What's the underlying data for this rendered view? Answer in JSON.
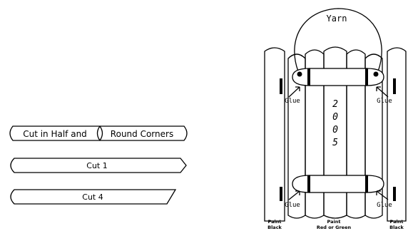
{
  "craft_pieces": {
    "pattern_a_left": "Cut in Half and",
    "pattern_a_right": "Round Corners",
    "pattern_b": "Cut 1",
    "pattern_c": "Cut 4"
  },
  "assembly": {
    "yarn_label": "Yarn",
    "glue_label": "Glue",
    "year_digits": [
      "2",
      "0",
      "0",
      "5"
    ],
    "paint_left_line1": "Paint",
    "paint_left_line2": "Black",
    "paint_center_line1": "Paint",
    "paint_center_line2": "Red or Green",
    "paint_right_line1": "Paint",
    "paint_right_line2": "Black"
  },
  "colors": {
    "stroke": "#000000",
    "background": "#ffffff"
  }
}
